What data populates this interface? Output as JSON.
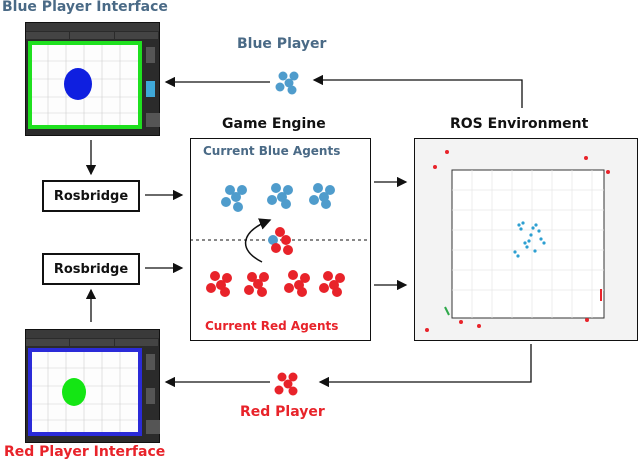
{
  "labels": {
    "blue_interface": "Blue Player Interface",
    "red_interface": "Red Player Interface",
    "blue_player": "Blue Player",
    "red_player": "Red Player",
    "game_engine": "Game Engine",
    "ros_environment": "ROS Environment",
    "current_blue_agents": "Current Blue Agents",
    "current_red_agents": "Current Red Agents",
    "rosbridge_top": "Rosbridge",
    "rosbridge_bottom": "Rosbridge"
  },
  "colors": {
    "blue_agent": "#4f9ccc",
    "red_agent": "#e8232a",
    "blue_text": "#4a6a86",
    "red_text": "#e8232a",
    "blue_border_ui": "#2b2bd8",
    "green_border_ui": "#1fe01f",
    "blue_blob": "#0f1fe0",
    "green_blob": "#14e614",
    "ui_active_button": "#3fa8d8"
  }
}
